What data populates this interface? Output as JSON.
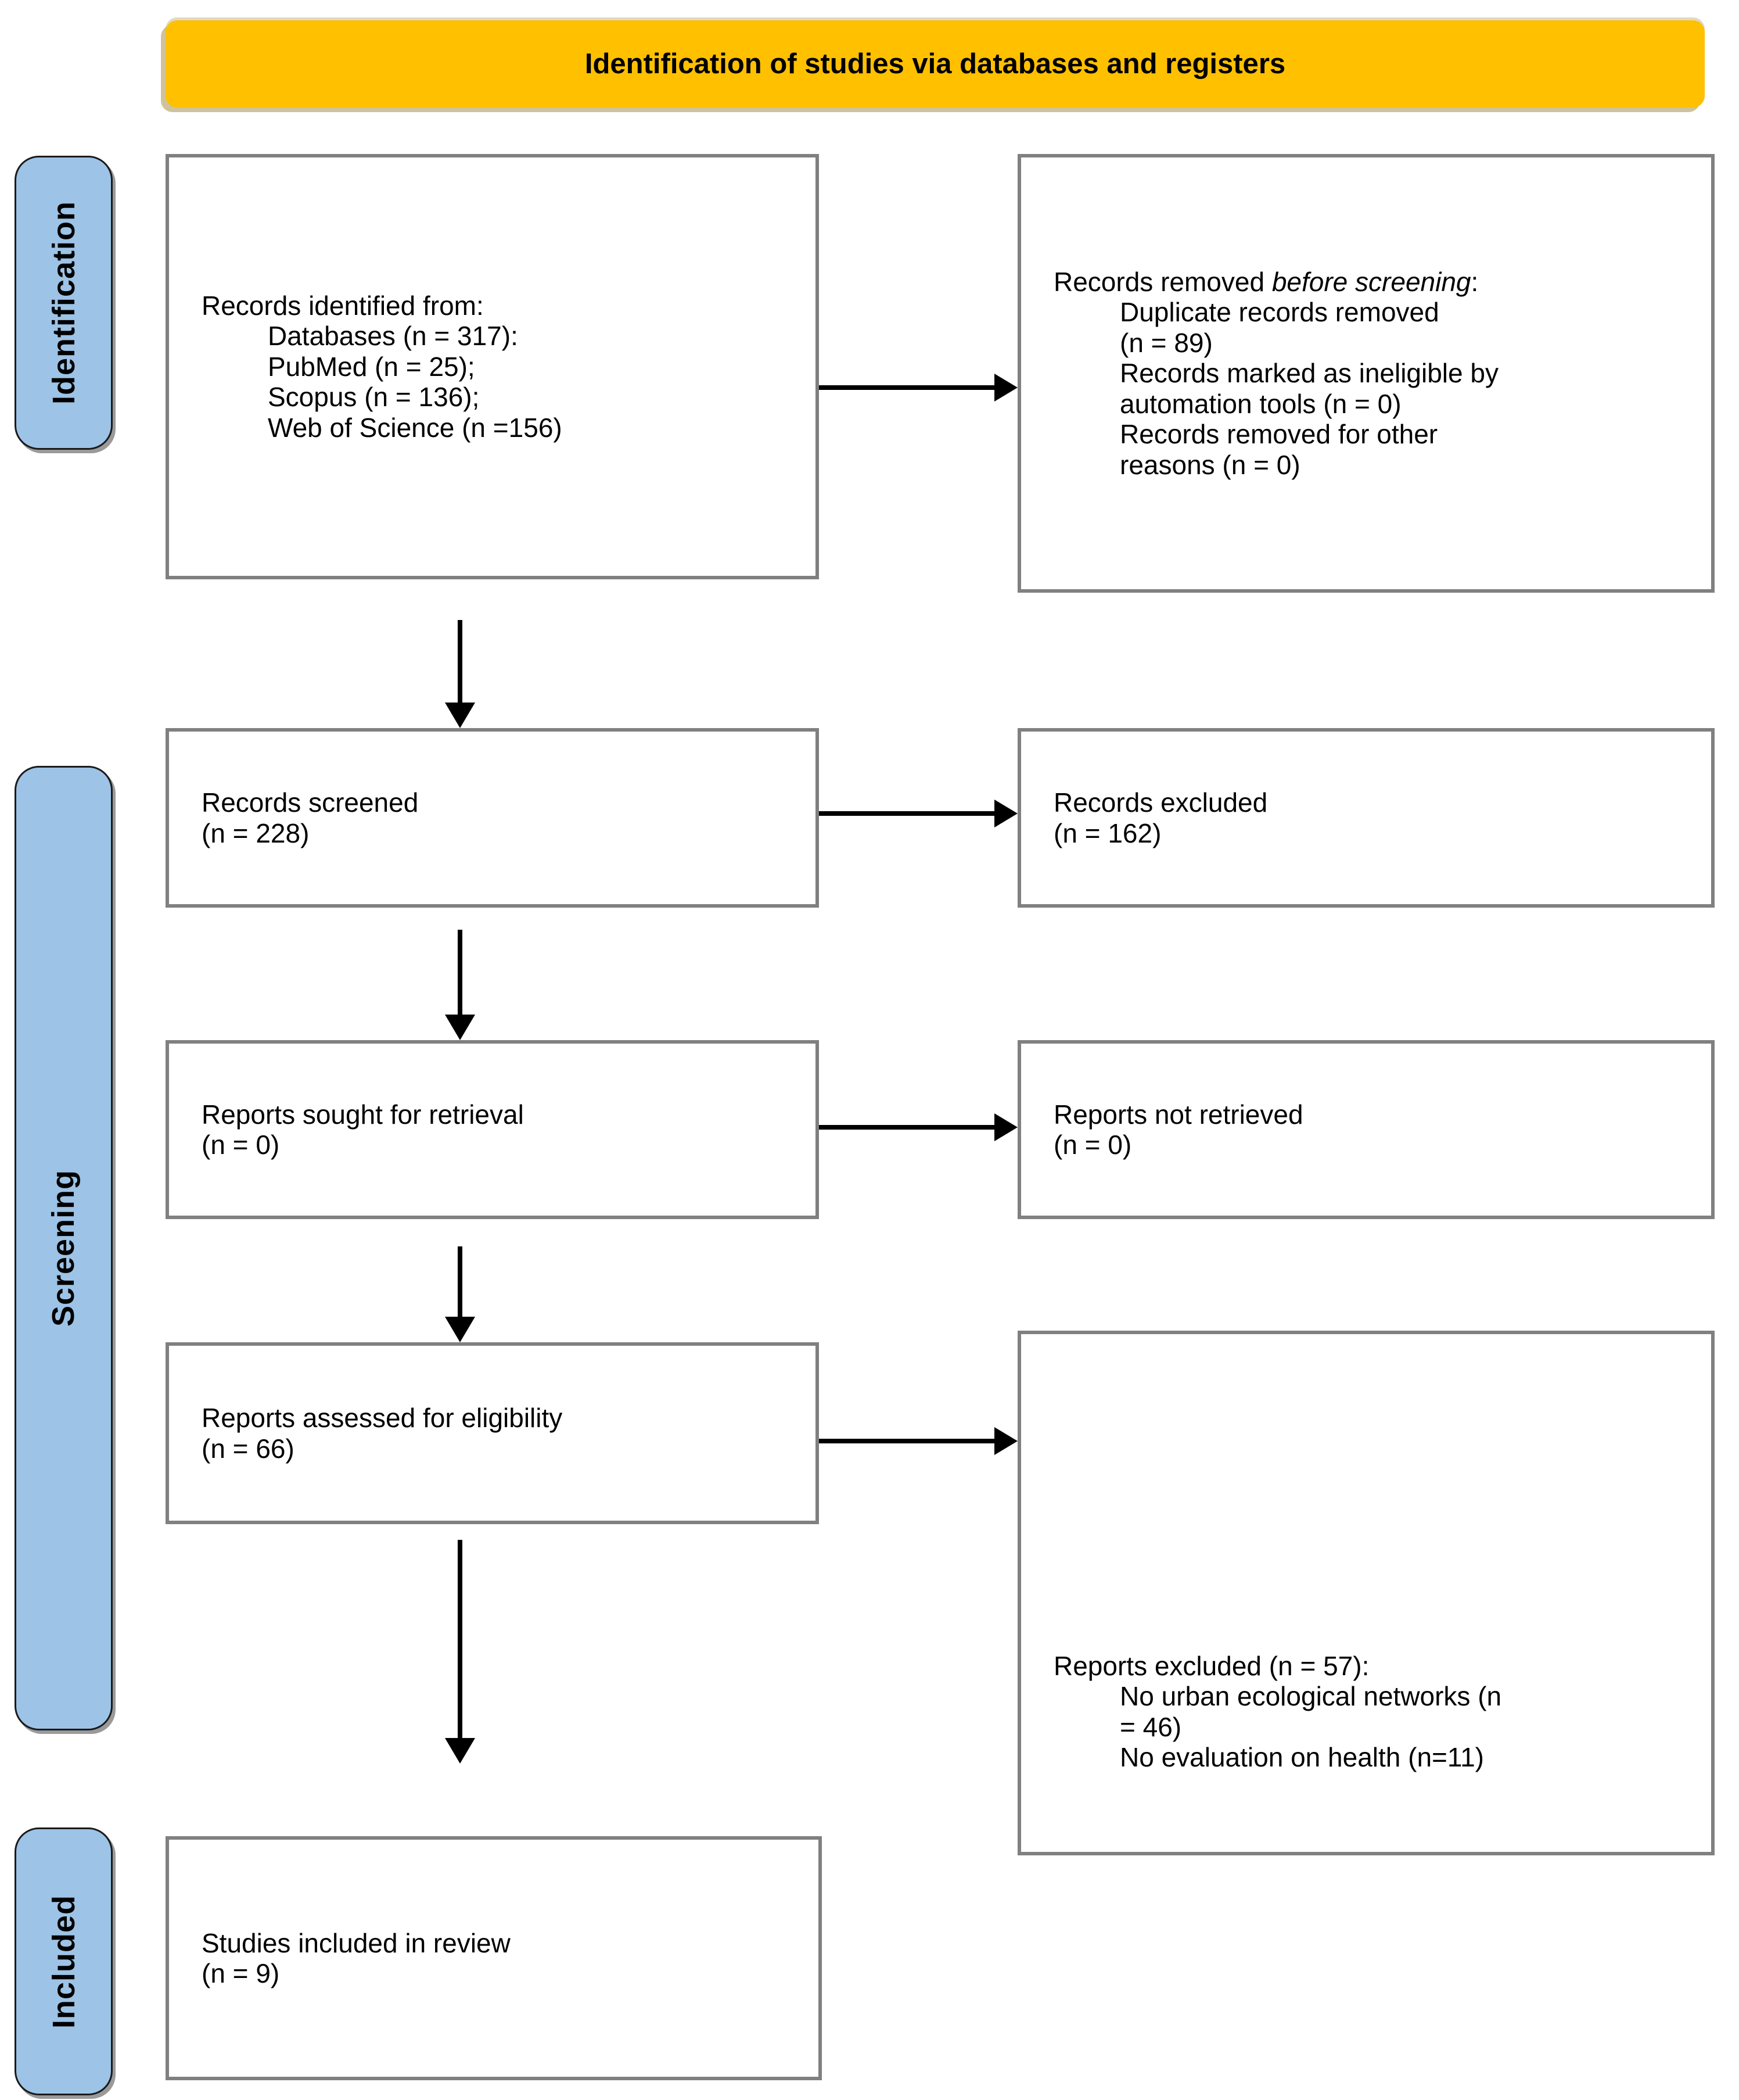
{
  "banner": {
    "title": "Identification of studies via databases and registers"
  },
  "stage_labels": {
    "identification": "Identification",
    "screening": "Screening",
    "included": "Included"
  },
  "colors": {
    "banner_fill": "#FFC000",
    "stage_fill": "#9DC3E6",
    "stage_border": "#1a1a1a",
    "box_border": "#808080",
    "arrow": "#000000",
    "text": "#000000",
    "background": "#FFFFFF"
  },
  "boxes": {
    "identified": {
      "lines": [
        "Records identified from:",
        "Databases (n = 317):",
        "PubMed (n = 25);",
        "Scopus (n = 136);",
        "Web of Science (n =156)"
      ]
    },
    "removed": {
      "line1_prefix": "Records removed ",
      "line1_italic": "before screening",
      "line1_suffix": ":",
      "lines": [
        "Duplicate records removed",
        "(n = 89)",
        "Records marked as ineligible by",
        "automation tools (n = 0)",
        "Records removed for other",
        "reasons (n = 0)"
      ]
    },
    "screened": {
      "lines": [
        "Records screened",
        "(n = 228)"
      ]
    },
    "records_excluded": {
      "lines": [
        "Records excluded",
        "(n = 162)"
      ]
    },
    "sought": {
      "lines": [
        "Reports sought for retrieval",
        "(n = 0)"
      ]
    },
    "not_retrieved": {
      "lines": [
        "Reports not retrieved",
        "(n = 0)"
      ]
    },
    "assessed": {
      "lines": [
        "Reports assessed for eligibility",
        "(n = 66)"
      ]
    },
    "reports_excluded": {
      "lines": [
        "Reports excluded (n = 57):",
        "No urban ecological networks (n",
        "= 46)",
        "No evaluation on health (n=11)"
      ]
    },
    "included_studies": {
      "lines": [
        "Studies included in review",
        "(n = 9)"
      ]
    }
  }
}
